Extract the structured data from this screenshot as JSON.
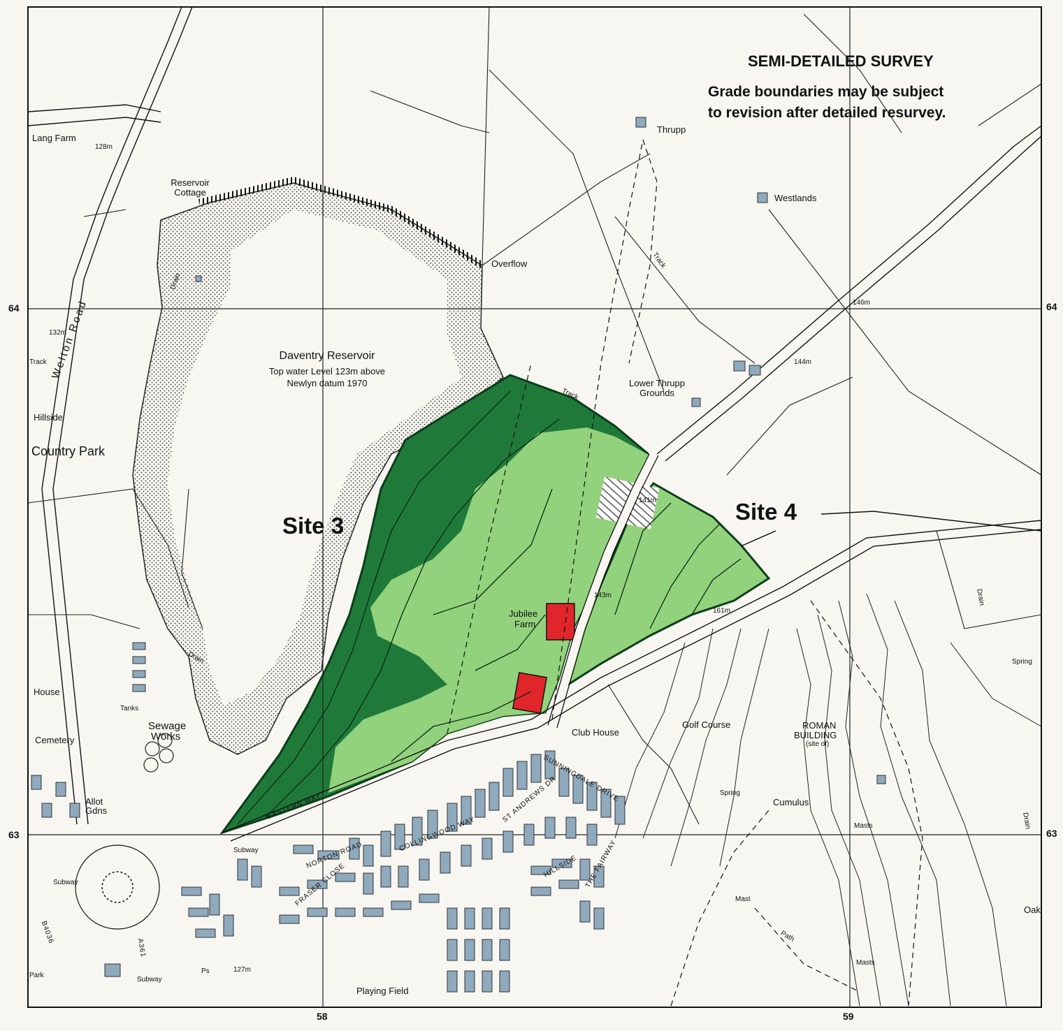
{
  "survey": {
    "title": "SEMI-DETAILED SURVEY",
    "note_line1": "Grade boundaries may be subject",
    "note_line2": "to revision after detailed resurvey."
  },
  "sites": {
    "site3": "Site 3",
    "site4": "Site 4"
  },
  "grid": {
    "left_64": "64",
    "right_64": "64",
    "left_63": "63",
    "right_63": "63",
    "bottom_58": "58",
    "bottom_59": "59"
  },
  "reservoir": {
    "name": "Daventry Reservoir",
    "line2": "Top water Level 123m above",
    "line3": "Newlyn datum 1970"
  },
  "places": {
    "lang_farm": "Lang Farm",
    "reservoir_cottage_1": "Reservoir",
    "reservoir_cottage_2": "Cottage",
    "hillside": "Hillside",
    "country_park": "Country Park",
    "house": "House",
    "cemetery": "Cemetery",
    "allot_1": "Allot",
    "allot_2": "Gdns",
    "tanks": "Tanks",
    "sewage_1": "Sewage",
    "sewage_2": "Works",
    "overflow": "Overflow",
    "thrupp": "Thrupp",
    "westlands": "Westlands",
    "lower_thrupp_1": "Lower Thrupp",
    "lower_thrupp_2": "Grounds",
    "jubilee_1": "Jubilee",
    "jubilee_2": "Farm",
    "club_house": "Club House",
    "golf_course": "Golf Course",
    "roman_1": "ROMAN",
    "roman_2": "BUILDING",
    "roman_3": "(site of)",
    "cumulus": "Cumulus",
    "spring": "Spring",
    "spring2": "Spring",
    "masts1": "Masts",
    "mast": "Mast",
    "masts2": "Masts",
    "oak": "Oak",
    "playing_field": "Playing Field",
    "drain1": "Drain",
    "drain2": "Drain",
    "drain3": "Drain",
    "drain4": "Drain",
    "track1": "Track",
    "track2": "Track",
    "track3": "Track",
    "path": "Path",
    "subway1": "Subway",
    "subway2": "Subway",
    "subway3": "Subway",
    "park": "Park",
    "ps": "Ps"
  },
  "heights": {
    "h128": "128m",
    "h132": "132m",
    "h146": "146m",
    "h144": "144m",
    "h141": "141m",
    "h143": "143m",
    "h161": "161m",
    "h127": "127m"
  },
  "roads": {
    "welton": "Welton Road",
    "eastern_way": "EASTERN WAY",
    "norton_road": "NORTON ROAD",
    "collingwood": "COLLINGWOOD WAY",
    "fraser_close": "FRASER CLOSE",
    "sunningdale": "SUNNINGDALE DRIVE",
    "st_andrews": "ST ANDREWS DR",
    "hillside_rd": "HILLSIDE",
    "fairway": "THE FAIRWAY",
    "b4036": "B4036",
    "a361": "A361"
  },
  "colors": {
    "grade_dark": "#1f7a3a",
    "grade_light": "#92d27c",
    "building_red": "#e0262a",
    "housing": "#8fa9bd",
    "paper": "#f7f6f1",
    "ink": "#111111"
  }
}
